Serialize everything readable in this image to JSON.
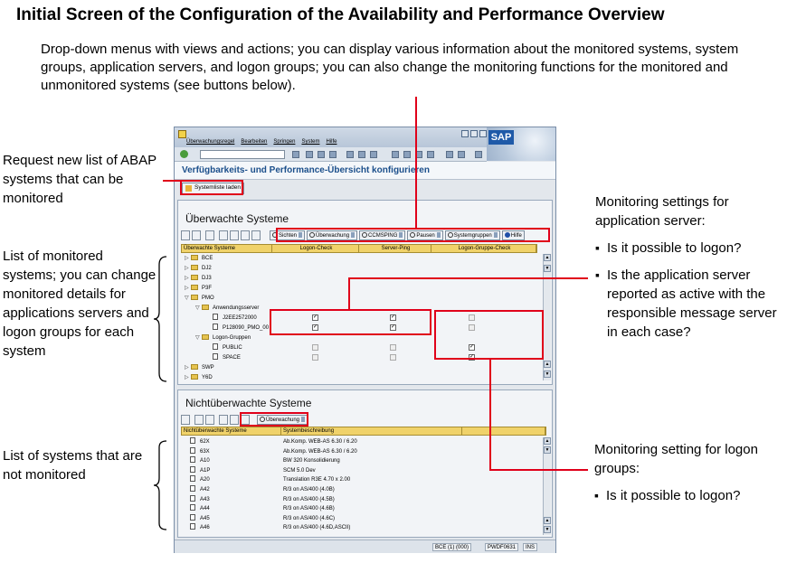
{
  "title": "Initial Screen of the Configuration of the Availability and Performance Overview",
  "description": "Drop-down menus with views and actions; you can display various information about the monitored systems, system groups, application servers, and logon groups; you can also change the monitoring functions for the monitored and unmonitored systems (see buttons below).",
  "callouts": {
    "request_list": "Request new list of ABAP systems that can be monitored",
    "monitored_list": "List of monitored systems; you can change monitored details for applications servers and logon groups for each system",
    "unmonitored_list": "List of systems that are not monitored",
    "app_server": {
      "heading": "Monitoring settings for application server:",
      "bullet1": "Is it possible to logon?",
      "bullet2": "Is the application server reported as active with the responsible message server in each case?"
    },
    "logon_groups": {
      "heading": "Monitoring setting for logon groups:",
      "bullet1": "Is it possible to logon?"
    }
  },
  "sap": {
    "menu": [
      "Überwachungsregel",
      "Bearbeiten",
      "Springen",
      "System",
      "Hilfe"
    ],
    "window_title": "Verfügbarkeits- und Performance-Übersicht konfigurieren",
    "systemliste_button": "Systemliste laden",
    "logo": "SAP",
    "monitored": {
      "title": "Überwachte Systeme",
      "buttons": [
        "Sichten",
        "Überwachung",
        "CCMSPING",
        "Pausen",
        "Systemgruppen",
        "Hilfe"
      ],
      "columns": [
        "Überwachte Systeme",
        "Logon-Check",
        "Server-Ping",
        "Logon-Gruppe-Check"
      ],
      "tree": [
        {
          "label": "BCE",
          "type": "folder",
          "level": 0
        },
        {
          "label": "DJ2",
          "type": "folder",
          "level": 0
        },
        {
          "label": "DJ3",
          "type": "folder",
          "level": 0
        },
        {
          "label": "P3F",
          "type": "folder",
          "level": 0
        },
        {
          "label": "PMO",
          "type": "folder",
          "level": 0,
          "open": true
        },
        {
          "label": "Anwendungsserver",
          "type": "folder",
          "level": 1,
          "open": true
        },
        {
          "label": "J2EE2572000",
          "type": "doc",
          "level": 2,
          "logon": true,
          "ping": true,
          "group": null
        },
        {
          "label": "P128090_PMO_00",
          "type": "doc",
          "level": 2,
          "logon": true,
          "ping": true,
          "group": null
        },
        {
          "label": "Logon-Gruppen",
          "type": "folder",
          "level": 1,
          "open": true
        },
        {
          "label": "PUBLIC",
          "type": "doc",
          "level": 2,
          "logon": null,
          "ping": null,
          "group": true
        },
        {
          "label": "SPACE",
          "type": "doc",
          "level": 2,
          "logon": null,
          "ping": null,
          "group": true
        },
        {
          "label": "SWP",
          "type": "folder",
          "level": 0
        },
        {
          "label": "Y6D",
          "type": "folder",
          "level": 0
        }
      ]
    },
    "unmonitored": {
      "title": "Nichtüberwachte Systeme",
      "button": "Überwachung",
      "columns": [
        "Nichtüberwachte Systeme",
        "Systembeschreibung"
      ],
      "rows": [
        {
          "sys": "62X",
          "desc": "Ab.Komp. WEB-AS 6.30 / 6.20"
        },
        {
          "sys": "63X",
          "desc": "Ab.Komp. WEB-AS 6.30 / 6.20"
        },
        {
          "sys": "A10",
          "desc": "BW 320 Konsolidierung"
        },
        {
          "sys": "A1P",
          "desc": "SCM 5.0 Dev"
        },
        {
          "sys": "A20",
          "desc": "Translation R3E 4.70 x 2.00"
        },
        {
          "sys": "A42",
          "desc": "R/3 on AS/400 (4.0B)"
        },
        {
          "sys": "A43",
          "desc": "R/3 on AS/400 (4.5B)"
        },
        {
          "sys": "A44",
          "desc": "R/3 on AS/400 (4.6B)"
        },
        {
          "sys": "A45",
          "desc": "R/3 on AS/400 (4.6C)"
        },
        {
          "sys": "A46",
          "desc": "R/3 on AS/400 (4.6D,ASCII)"
        }
      ]
    },
    "status": {
      "system": "BCE (1) (000)",
      "server": "PWDF0631",
      "mode": "INS"
    }
  }
}
